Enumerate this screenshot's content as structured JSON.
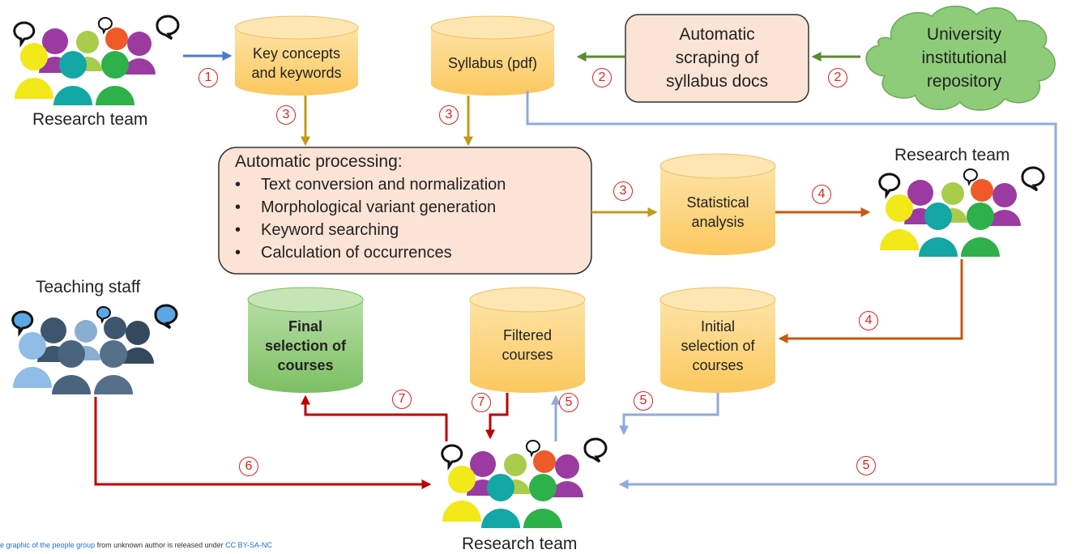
{
  "nodes": {
    "key_concepts": [
      "Key concepts",
      "and keywords"
    ],
    "syllabus_pdf": [
      "Syllabus (pdf)"
    ],
    "scraping": [
      "Automatic",
      "scraping of",
      "syllabus docs"
    ],
    "repository": [
      "University",
      "institutional",
      "repository"
    ],
    "processing": {
      "title": "Automatic processing:",
      "items": [
        "Text conversion and normalization",
        "Morphological variant generation",
        "Keyword searching",
        "Calculation of occurrences"
      ]
    },
    "statistical": [
      "Statistical",
      "analysis"
    ],
    "initial_selection": [
      "Initial",
      "selection of",
      "courses"
    ],
    "filtered": [
      "Filtered",
      "courses"
    ],
    "final_selection": [
      "Final",
      "selection of",
      "courses"
    ]
  },
  "groups": {
    "research_team_top": "Research team",
    "research_team_right": "Research team",
    "research_team_bottom": "Research team",
    "teaching_staff": "Teaching staff"
  },
  "steps": {
    "s1": "1",
    "s2a": "2",
    "s2b": "2",
    "s3a": "3",
    "s3b": "3",
    "s3c": "3",
    "s4a": "4",
    "s4b": "4",
    "s5a": "5",
    "s5b": "5",
    "s5c": "5",
    "s6": "6",
    "s7a": "7",
    "s7b": "7"
  },
  "footer": {
    "prefix": "e graphic of the people group",
    "middle": " from unknown author is released under ",
    "license": "CC BY-SA-NC"
  },
  "colors": {
    "cylinder_yellow": "#fcd27a",
    "cylinder_green": "#98cf82",
    "process_box": "#fbe3d6",
    "cloud": "#8fcc7a",
    "arrow_blue": "#4a7bd0",
    "arrow_green": "#5a8a32",
    "arrow_gold": "#c39a1c",
    "arrow_orange": "#c55a11",
    "arrow_lightblue": "#8faadc",
    "arrow_red": "#c00000",
    "step_red": "#e02020"
  }
}
